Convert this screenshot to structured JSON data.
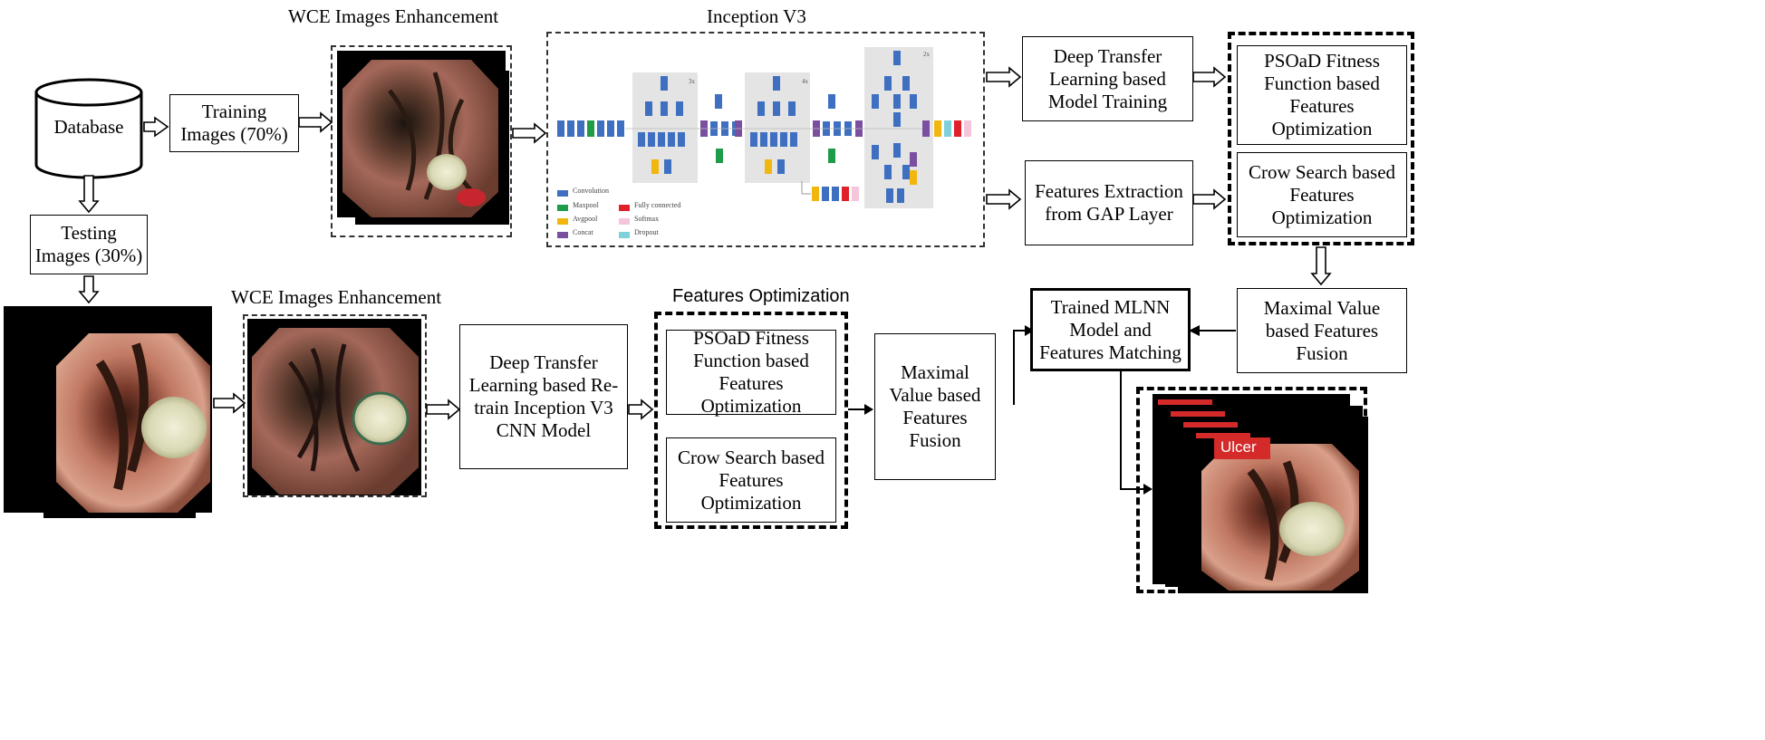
{
  "headings": {
    "wce_top": "WCE Images Enhancement",
    "inception": "Inception V3",
    "wce_bottom": "WCE Images Enhancement",
    "features_opt": "Features Optimization"
  },
  "boxes": {
    "database": "Database",
    "training": "Training Images (70%)",
    "testing": "Testing Images (30%)",
    "deep_transfer_training": "Deep Transfer Learning based Model Training",
    "features_extraction": "Features Extraction from GAP Layer",
    "psoad_top": "PSOaD Fitness Function based Features Optimization",
    "crow_top": "Crow Search based Features Optimization",
    "maximal_right": "Maximal Value based Features Fusion",
    "trained_mlnn": "Trained MLNN Model and Features Matching",
    "deep_transfer_retrain": "Deep Transfer Learning based Re-train Inception V3 CNN Model",
    "psoad_bottom": "PSOaD Fitness Function based Features Optimization",
    "crow_bottom": "Crow Search based Features Optimization",
    "maximal_mid": "Maximal Value based Features Fusion"
  },
  "inception_legend": {
    "convolution": "Convolution",
    "maxpool": "Maxpool",
    "avgpool": "Avgpool",
    "concat": "Concat",
    "fully_connected": "Fully connected",
    "softmax": "Softmax",
    "dropout": "Dropout"
  },
  "inception_multipliers": {
    "m1": "3x",
    "m2": "4x",
    "m3": "2x"
  },
  "result_label": "Ulcer",
  "colors": {
    "convolution": "#3f6fc0",
    "maxpool": "#1f9c4a",
    "avgpool": "#f2b70f",
    "concat": "#7a4fa0",
    "fully_connected": "#e0202a",
    "softmax": "#f4c6dc",
    "dropout": "#7fd0d8",
    "ulcer": "#d42a2a"
  }
}
